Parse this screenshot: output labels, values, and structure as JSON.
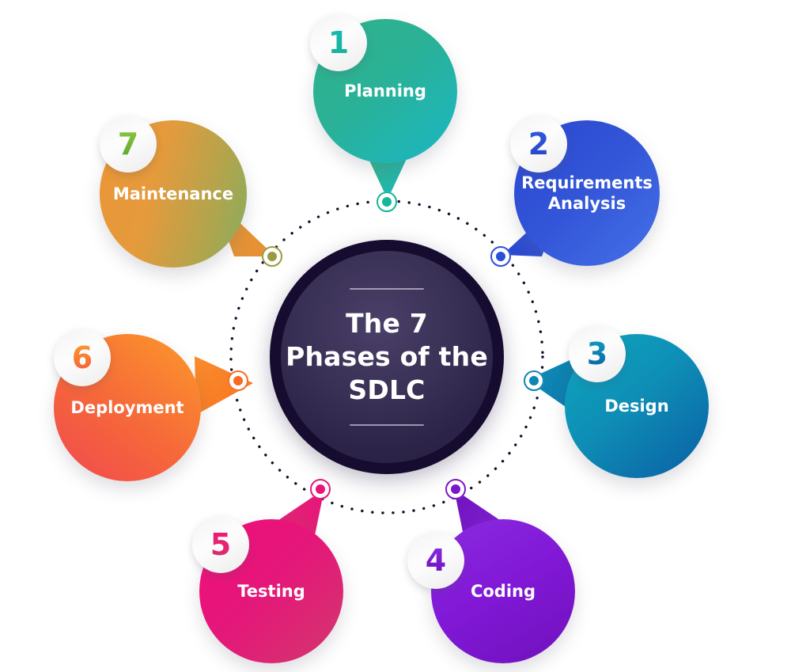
{
  "center": {
    "title": "The 7\nPhases of the\nSDLC",
    "bg_dark": "#150c30",
    "bg_inner": "#3a3156"
  },
  "phases": [
    {
      "number": "1",
      "label": "Planning",
      "color_from": "#2fb38b",
      "color_to": "#1ab7c4",
      "node_color": "#16b69a"
    },
    {
      "number": "2",
      "label": "Requirements\nAnalysis",
      "color_from": "#2a46cf",
      "color_to": "#4571e8",
      "node_color": "#2a4fd8"
    },
    {
      "number": "3",
      "label": "Design",
      "color_from": "#0f9cb8",
      "color_to": "#0b63a8",
      "node_color": "#0e86b4"
    },
    {
      "number": "4",
      "label": "Coding",
      "color_from": "#7b14c9",
      "color_to": "#8a2be0",
      "node_color": "#7b16cb"
    },
    {
      "number": "5",
      "label": "Testing",
      "color_from": "#e8137a",
      "color_to": "#d9316c",
      "node_color": "#e8157c"
    },
    {
      "number": "6",
      "label": "Deployment",
      "color_from": "#f0494f",
      "color_to": "#fc9a2a",
      "node_color": "#f96a20"
    },
    {
      "number": "7",
      "label": "Maintenance",
      "color_from": "#e8993a",
      "color_to": "#8aab5a",
      "node_color": "#9a9a3e"
    }
  ],
  "orbit": {
    "style": "dotted",
    "color": "#14102a"
  }
}
